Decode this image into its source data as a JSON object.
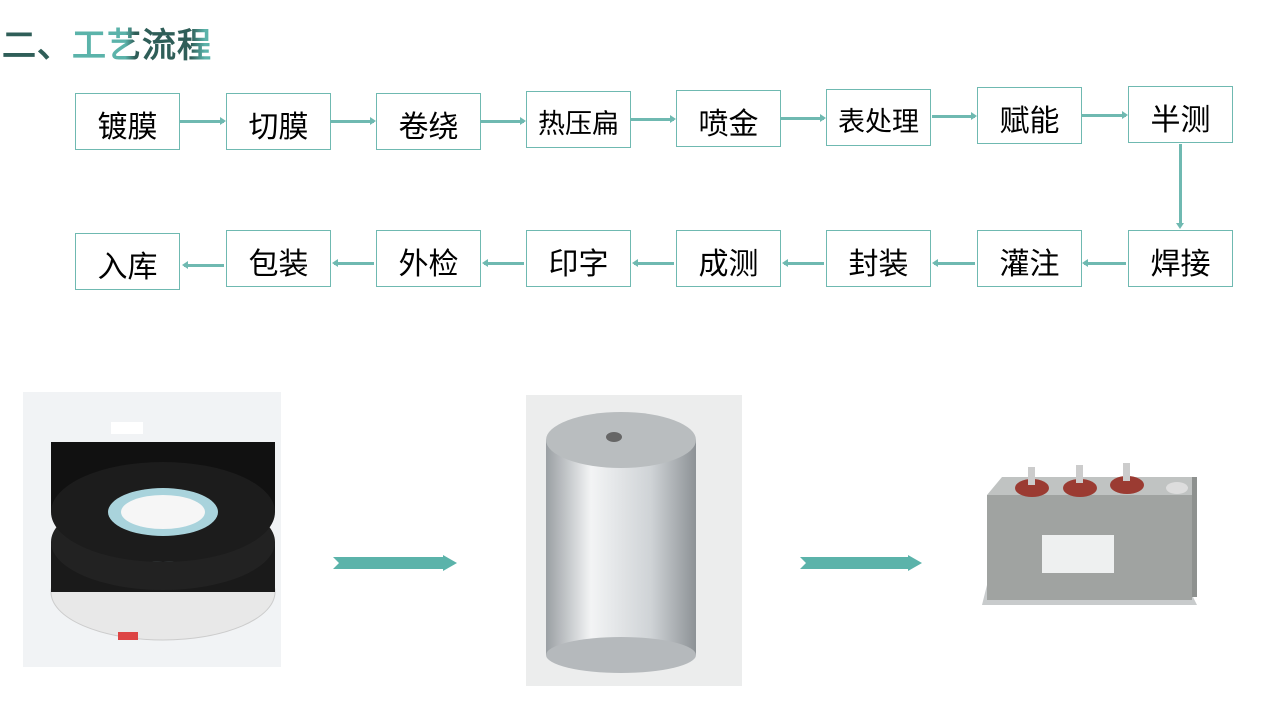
{
  "title": {
    "prefix": "二、",
    "main": "工艺流程"
  },
  "flow_row1": [
    "镀膜",
    "切膜",
    "卷绕",
    "热压扁",
    "喷金",
    "表处理",
    "赋能",
    "半测"
  ],
  "flow_row2": [
    "焊接",
    "灌注",
    "封装",
    "成测",
    "印字",
    "外检",
    "包装",
    "入库"
  ],
  "colors": {
    "accent": "#6fb9b1",
    "title_dark": "#2f5e58",
    "title_light": "#5bb3aa"
  },
  "images": [
    "film-roll",
    "metallized-cylinder-element",
    "finished-capacitor"
  ]
}
